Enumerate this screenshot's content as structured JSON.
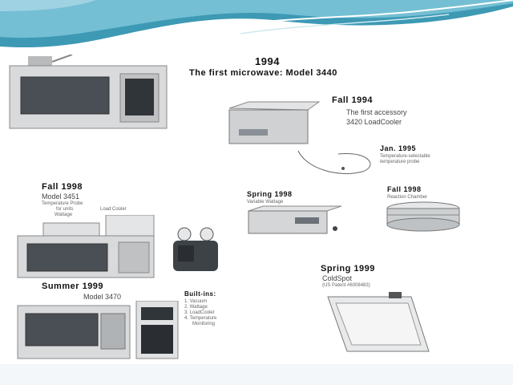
{
  "captions": {
    "y1994": "1994",
    "model3440": "The first microwave: Model 3440",
    "fall1994": "Fall 1994",
    "first_accessory": "The first accessory",
    "loadcooler3420": "3420 LoadCooler",
    "jan1995": "Jan. 1995",
    "temp_probe_l1": "Temperature-selectable",
    "temp_probe_l2": "temperature probe",
    "fall1998_right": "Fall 1998",
    "reaction_chamber": "Reaction Chamber",
    "spring1998": "Spring 1998",
    "variable_wattage": "Variable Wattage",
    "fall1998_left": "Fall 1998",
    "model3451": "Model 3451",
    "temp_probe_small": "Temperature Probe",
    "for_units": "for units",
    "wattage": "Wattage",
    "load_cooler_small": "Load Cooler",
    "summer1999": "Summer 1999",
    "model3470": "Model 3470",
    "built_ins": "Built-ins:",
    "builtin_1": "1. Vacuum",
    "builtin_2": "2. Wattage",
    "builtin_3": "3. LoadCooler",
    "builtin_4": "4. Temperature",
    "builtin_5": "Monitoring",
    "spring1999": "Spring 1999",
    "coldspot": "ColdSpot",
    "coldspot_sub": "(US Patent #6008483)"
  },
  "colors": {
    "wave_dark": "#3d99b4",
    "wave_light": "#9fd2e2",
    "device": "#d9dadb",
    "screen": "#4a4f55"
  }
}
